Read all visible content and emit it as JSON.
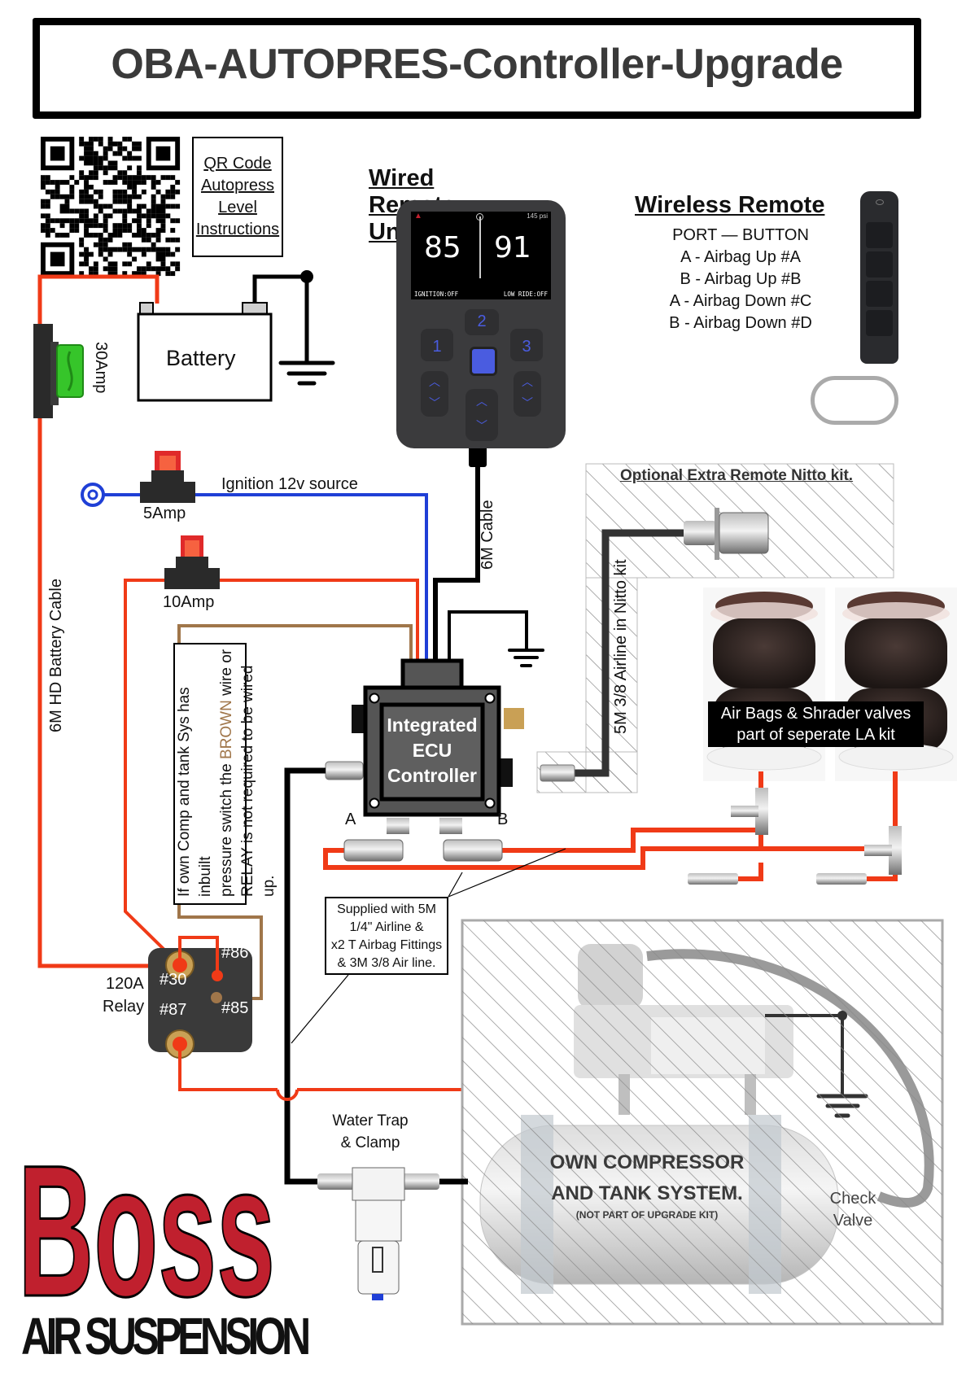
{
  "title": "OBA-AUTOPRES-Controller-Upgrade",
  "qr": {
    "icon": "qr-code-icon",
    "label_lines": [
      "QR Code",
      "Autopress",
      "Level",
      "Instructions"
    ]
  },
  "wired_remote": {
    "heading": "Wired Remote Unit",
    "screen": {
      "pressure_readout": "145 psi",
      "left_value": "85",
      "right_value": "91",
      "status_left": "IGNITION:OFF",
      "status_right": "LOW RIDE:OFF",
      "warning_icon": "warning-triangle-icon"
    },
    "buttons": [
      "1",
      "2",
      "3"
    ],
    "center_logo": "dd-logo-icon",
    "cable_label": "6M Cable"
  },
  "wireless_remote": {
    "heading": "Wireless Remote",
    "table_header": "PORT —  BUTTON",
    "mappings": [
      "A - Airbag Up  #A",
      "B - Airbag Up  #B",
      "A - Airbag Down #C",
      "B - Airbag Down #D"
    ]
  },
  "power": {
    "battery_label": "Battery",
    "main_fuse": "30Amp",
    "battery_cable": "6M HD Battery Cable",
    "ignition_fuse": "5Amp",
    "ignition_label": "Ignition 12v source",
    "ecu_fuse": "10Amp"
  },
  "note": {
    "line1": "If own Comp and tank Sys has inbuilt",
    "line2_pre": "pressure switch the ",
    "line2_highlight": "BROWN",
    "line2_post": " wire or",
    "line3": "RELAY is not required to be wired up.",
    "highlight_color": "#a0764a"
  },
  "ecu": {
    "lines": [
      "Integrated",
      "ECU",
      "Controller"
    ],
    "port_a": "A",
    "port_b": "B"
  },
  "relay": {
    "rating": "120A",
    "label": "Relay",
    "terminals": [
      "#30",
      "#86",
      "#85",
      "#87"
    ]
  },
  "nitto": {
    "heading": "Optional Extra Remote Nitto kit.",
    "airline_label": "5M 3/8 Airline in Nitto kit"
  },
  "airbags": {
    "caption_line1": "Air Bags & Shrader valves",
    "caption_line2": "part of seperate LA kit"
  },
  "supplied": {
    "lines": [
      "Supplied with 5M",
      "1/4\" Airline &",
      "x2 T Airbag Fittings",
      "& 3M 3/8 Air line."
    ]
  },
  "water_trap": {
    "line1": "Water Trap",
    "line2": "& Clamp"
  },
  "compressor": {
    "line1": "OWN COMPRESSOR",
    "line2": "AND TANK SYSTEM.",
    "subnote": "(NOT PART OF UPGRADE KIT)",
    "check_valve_line1": "Check",
    "check_valve_line2": "Valve"
  },
  "brand": {
    "logo_word": "Boss",
    "tagline": "AIR SUSPENSION",
    "logo_color": "#c0202e"
  },
  "colors": {
    "power_wire": "#f03a17",
    "ignition_wire": "#1f3fd6",
    "brown_wire": "#a0764a",
    "ground_wire": "#000000",
    "airline": "#f03a17",
    "remote_key": "#2a2b2e"
  }
}
